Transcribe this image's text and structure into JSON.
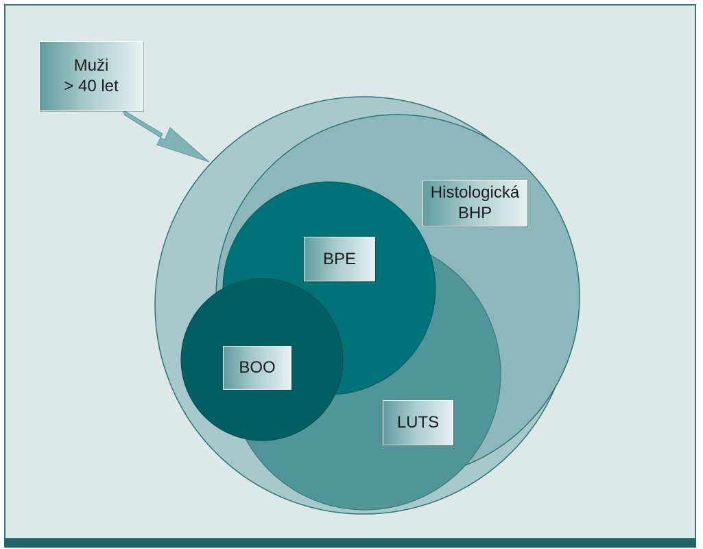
{
  "diagram": {
    "population_label": "Muži\n> 40 let",
    "regions": [
      {
        "id": "histologicka-bhp",
        "label": "Histologická\nBHP"
      },
      {
        "id": "bpe",
        "label": "BPE"
      },
      {
        "id": "boo",
        "label": "BOO"
      },
      {
        "id": "luts",
        "label": "LUTS"
      }
    ]
  },
  "colors": {
    "background": "#dde8e9",
    "frame_border": "#2f7476",
    "outer_circle": "#a8c9cb",
    "histologicka_bhp": "#8cb8bb",
    "luts": "#4f9599",
    "bpe": "#007378",
    "boo": "#005f63",
    "arrow": "#7fb3b6"
  }
}
